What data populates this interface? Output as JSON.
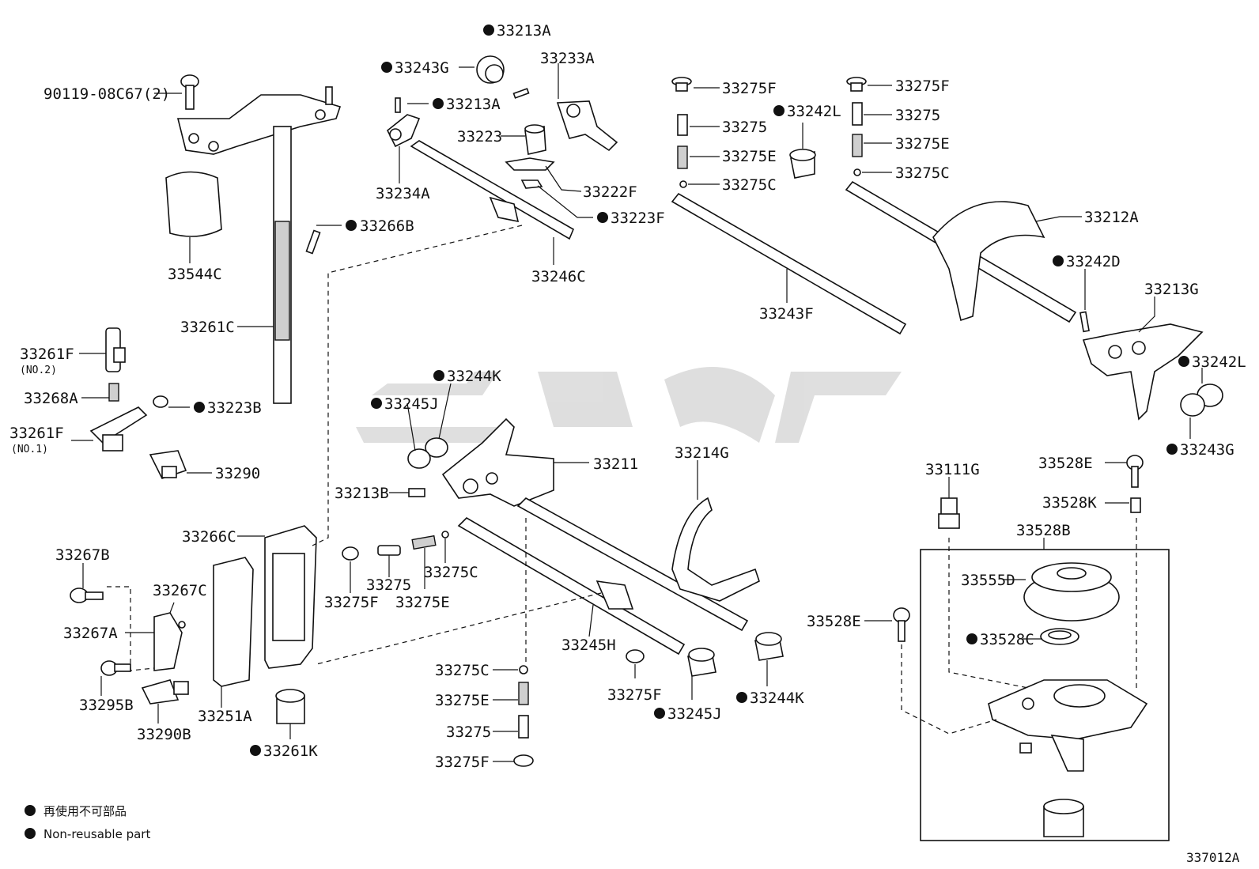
{
  "diagram_code": "337012A",
  "legend": {
    "jp": "再使用不可部品",
    "en": "Non-reusable part"
  },
  "labels": {
    "l_90119": "90119-08C67(2)",
    "l_33544C": "33544C",
    "l_33261C": "33261C",
    "l_33266B": "33266B",
    "l_33261F_no2": "33261F",
    "l_no2": "(NO.2)",
    "l_33268A": "33268A",
    "l_33223B": "33223B",
    "l_33261F_no1": "33261F",
    "l_no1": "(NO.1)",
    "l_33290": "33290",
    "l_33213A_top": "33213A",
    "l_33243G_top": "33243G",
    "l_33233A": "33233A",
    "l_33213A_mid": "33213A",
    "l_33223": "33223",
    "l_33234A": "33234A",
    "l_33222F": "33222F",
    "l_33223F": "33223F",
    "l_33246C": "33246C",
    "l_33275F_a": "33275F",
    "l_33275_a": "33275",
    "l_33275E_a": "33275E",
    "l_33275C_a": "33275C",
    "l_33242L_top": "33242L",
    "l_33243F": "33243F",
    "l_33275F_b": "33275F",
    "l_33275_b": "33275",
    "l_33275E_b": "33275E",
    "l_33275C_b": "33275C",
    "l_33212A": "33212A",
    "l_33242D": "33242D",
    "l_33213G": "33213G",
    "l_33242L_right": "33242L",
    "l_33243G_right": "33243G",
    "l_33244K_top": "33244K",
    "l_33245J_top": "33245J",
    "l_33211": "33211",
    "l_33213B": "33213B",
    "l_33214G": "33214G",
    "l_33266C": "33266C",
    "l_33267B": "33267B",
    "l_33267C": "33267C",
    "l_33267A": "33267A",
    "l_33295B": "33295B",
    "l_33290B": "33290B",
    "l_33251A": "33251A",
    "l_33261K": "33261K",
    "l_33275F_c": "33275F",
    "l_33275_c": "33275",
    "l_33275E_c": "33275E",
    "l_33275C_c": "33275C",
    "l_33245H": "33245H",
    "l_33275C_d": "33275C",
    "l_33275E_d": "33275E",
    "l_33275_d": "33275",
    "l_33275F_d": "33275F",
    "l_33275F_e": "33275F",
    "l_33245J_bot": "33245J",
    "l_33244K_bot": "33244K",
    "l_33111G": "33111G",
    "l_33528E_top": "33528E",
    "l_33528K": "33528K",
    "l_33528B": "33528B",
    "l_33555D": "33555D",
    "l_33528C": "33528C",
    "l_33528E_left": "33528E"
  }
}
